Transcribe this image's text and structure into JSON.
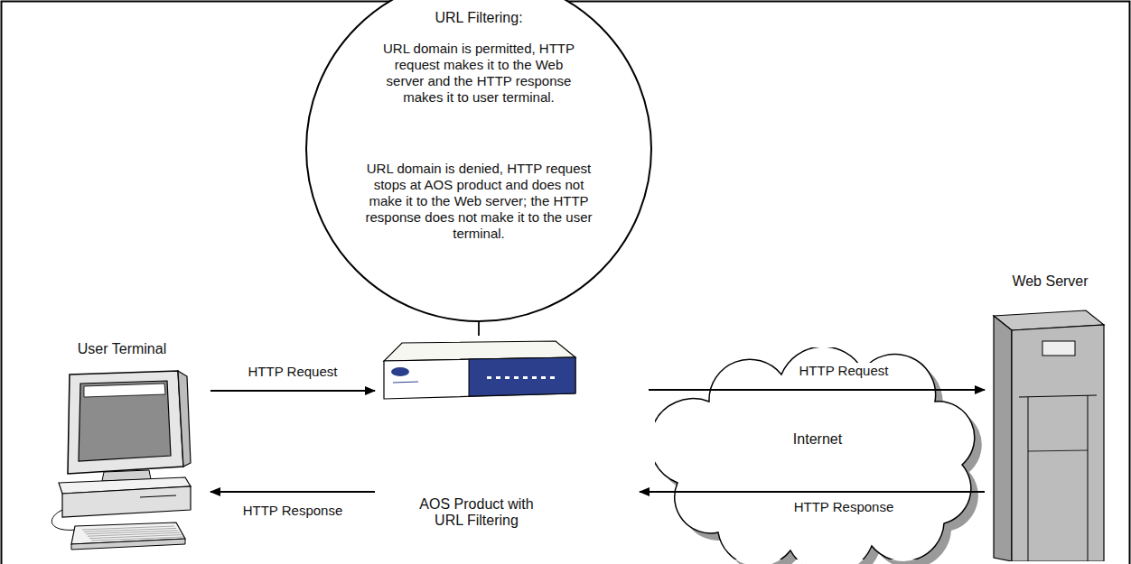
{
  "diagram": {
    "nodes": [
      {
        "text": [
          "URL Filtering:",
          "URL domain is permitted, HTTP request makes it to the Web server and the HTTP response makes it to user terminal.",
          "URL domain is denied, HTTP request stops at AOS product and does not make it to the Web server; the HTTP response does not make it to the user terminal."
        ]
      },
      {
        "text": [
          "User Terminal"
        ]
      },
      {
        "text": [
          "AOS Product with URL Filtering"
        ]
      },
      {
        "text": [
          "Internet"
        ]
      },
      {
        "text": [
          "Web Server"
        ]
      }
    ],
    "edges": [
      {
        "from": 0,
        "to": 2,
        "arrow": "none"
      },
      {
        "from": 1,
        "to": 2,
        "label": "HTTP Request",
        "arrow": "to"
      },
      {
        "from": 2,
        "to": 1,
        "label": "HTTP Response",
        "arrow": "to"
      },
      {
        "from": 2,
        "to": 4,
        "label": "HTTP Request",
        "arrow": "to"
      },
      {
        "from": 4,
        "to": 2,
        "label": "HTTP Response",
        "arrow": "to"
      }
    ]
  }
}
